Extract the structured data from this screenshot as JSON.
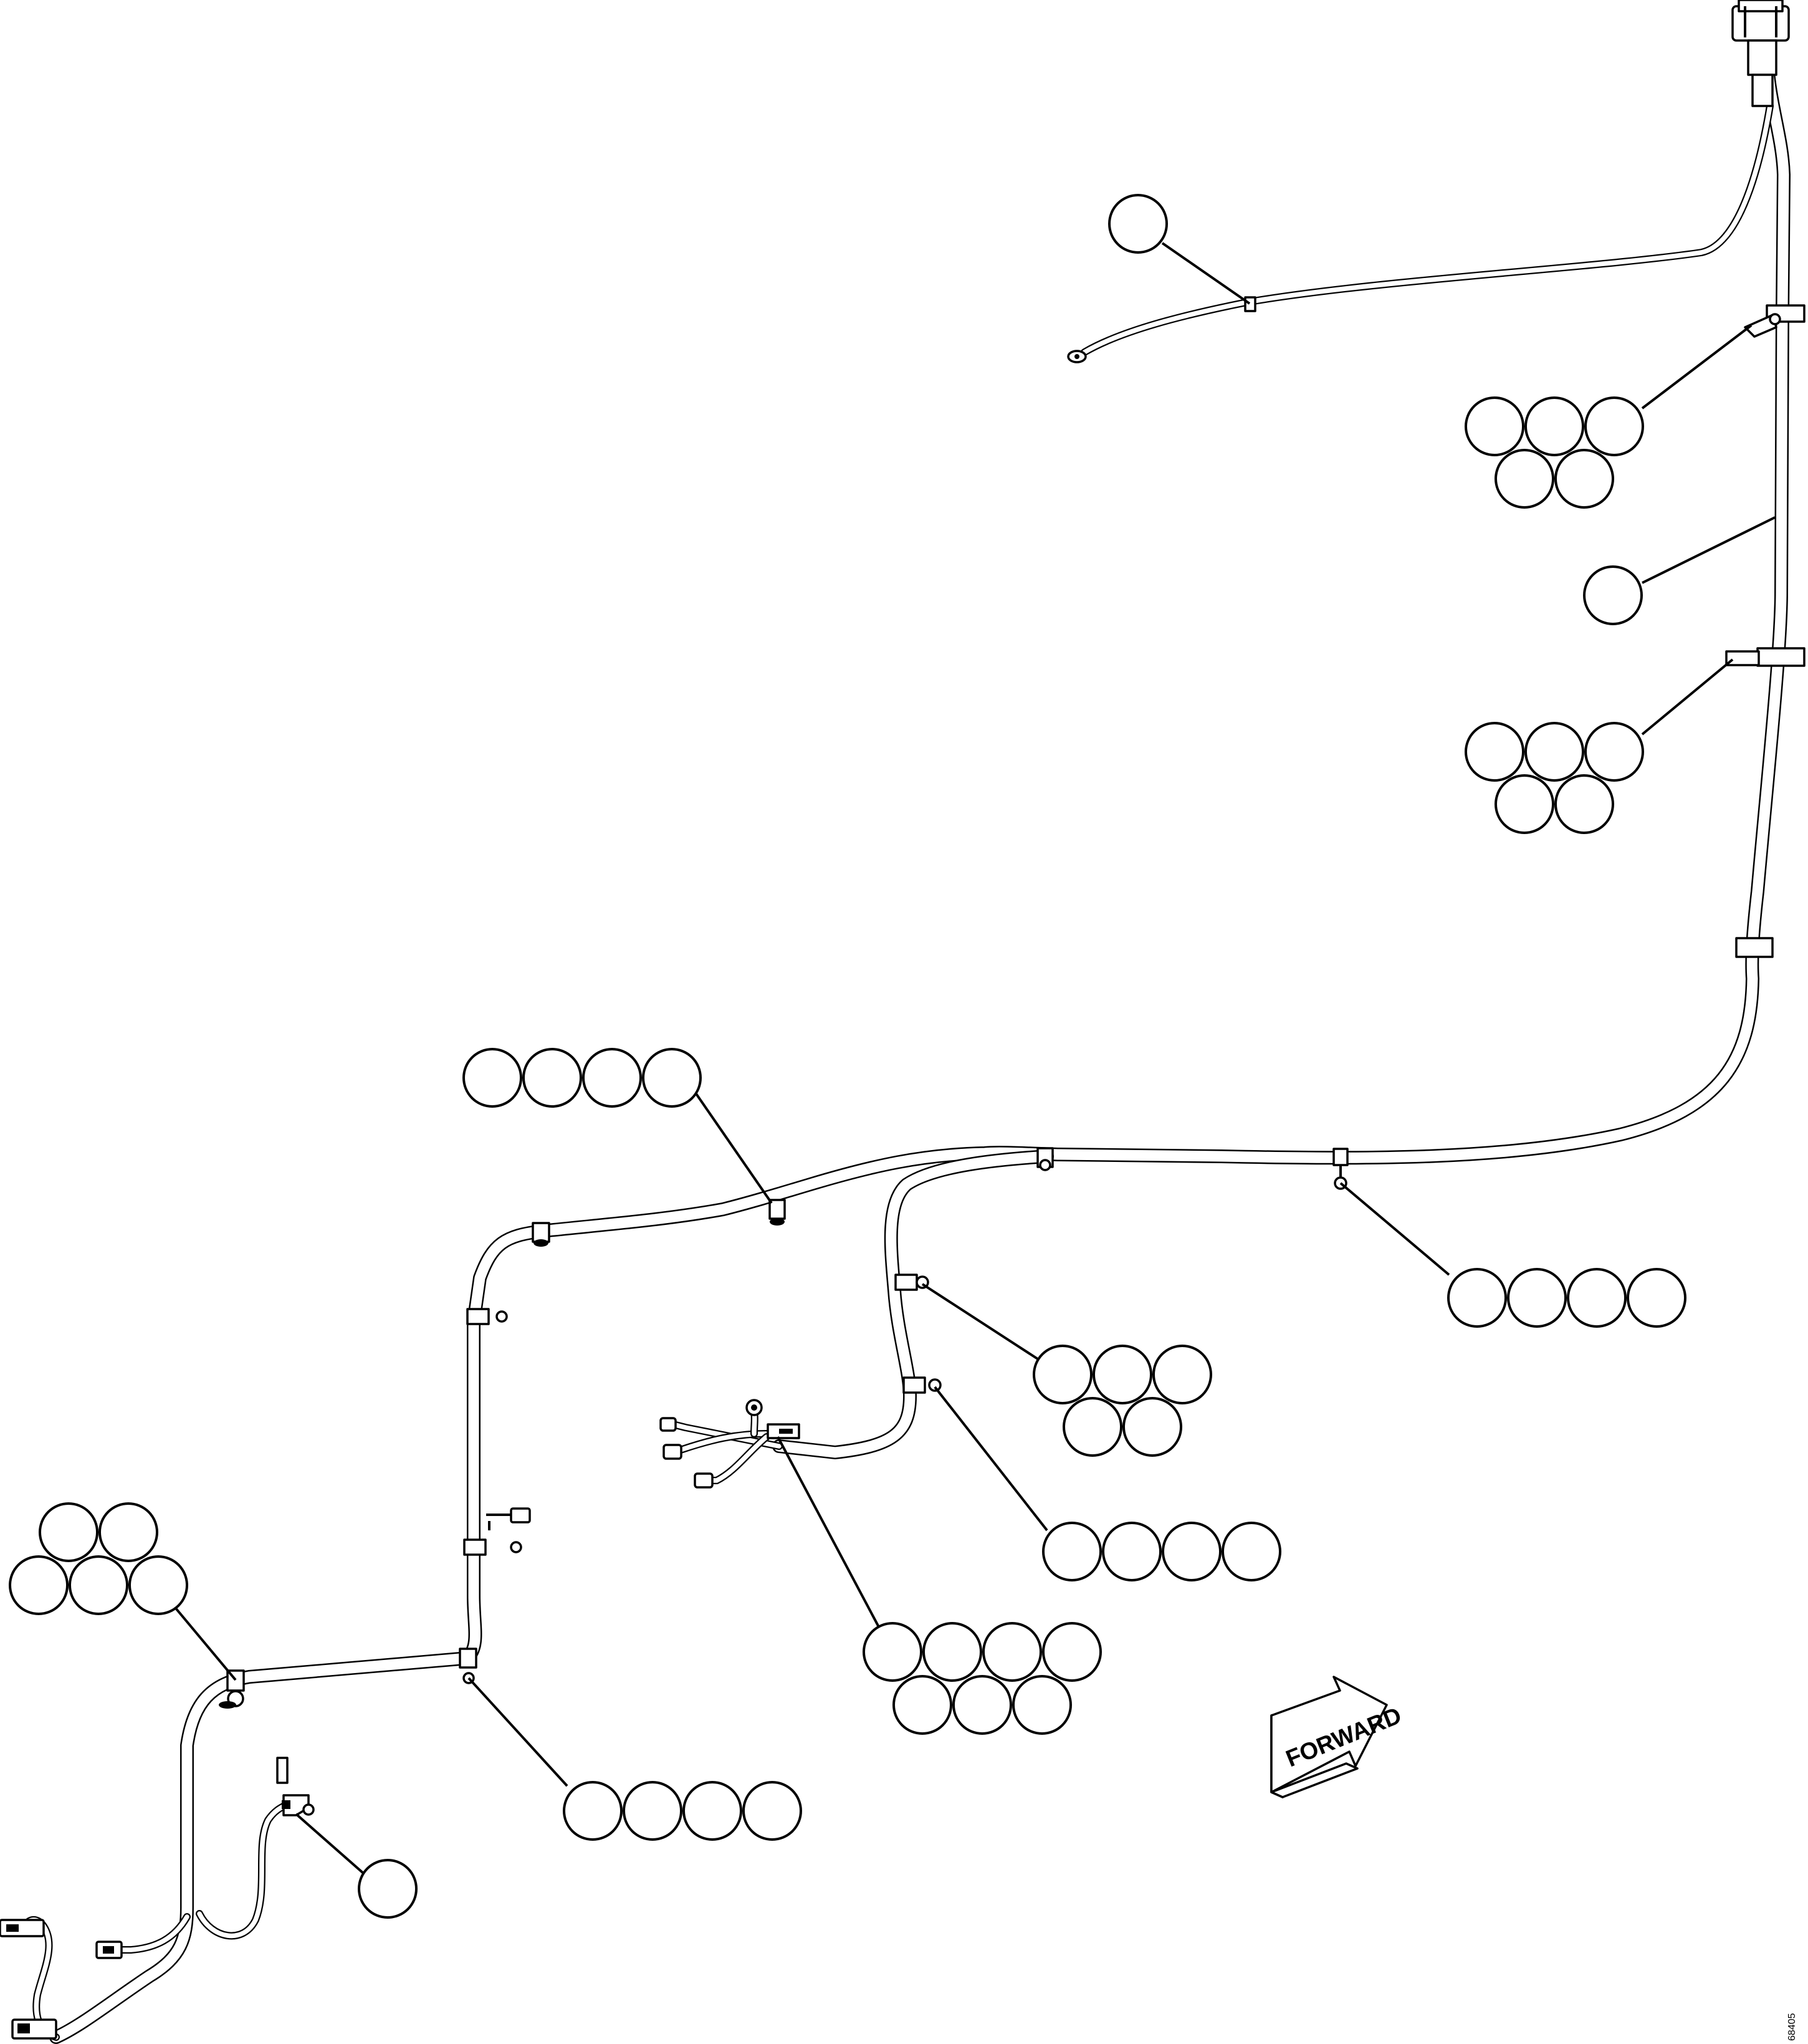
{
  "diagram": {
    "forward_label": "FORWARD",
    "figure_id": "68405",
    "callout_groups": [
      {
        "id": "ground-lead",
        "count": 1
      },
      {
        "id": "clip-upper",
        "count": 5
      },
      {
        "id": "harness-main",
        "count": 1
      },
      {
        "id": "clip-mid",
        "count": 5
      },
      {
        "id": "clamp-center",
        "count": 4
      },
      {
        "id": "clamp-right",
        "count": 4
      },
      {
        "id": "clamp-branch-upper",
        "count": 5
      },
      {
        "id": "clamp-branch-lower",
        "count": 4
      },
      {
        "id": "sensor-connectors",
        "count": 7
      },
      {
        "id": "clamp-left",
        "count": 5
      },
      {
        "id": "clamp-lower",
        "count": 4
      },
      {
        "id": "bracket-left",
        "count": 1
      }
    ]
  }
}
